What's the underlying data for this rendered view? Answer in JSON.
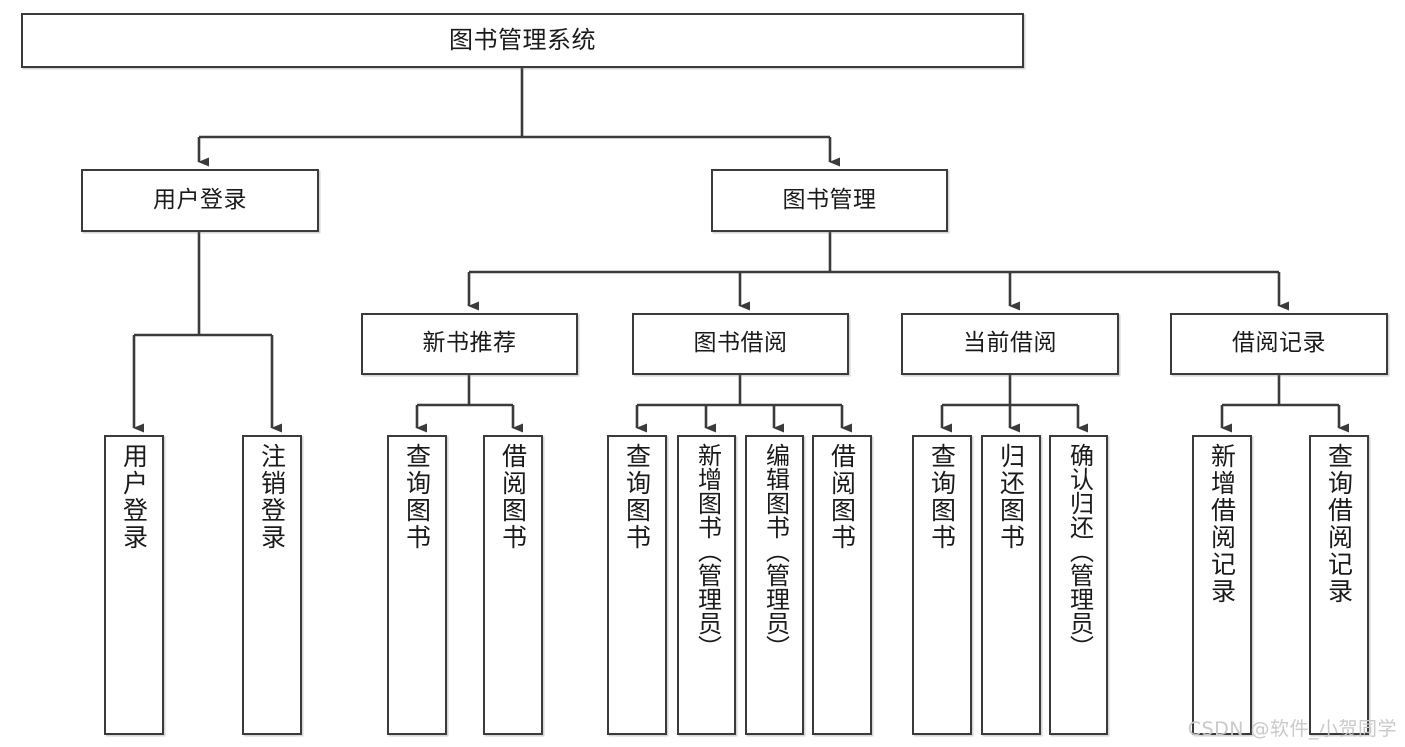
{
  "diagram": {
    "title": "图书管理系统",
    "type": "tree-hierarchy",
    "orientation": "top-down",
    "watermark": "CSDN @软件_小贺同学",
    "colors": {
      "box_border": "#3b3b3b",
      "box_fill": "#ffffff",
      "edge": "#3b3b3b",
      "text": "#1a1a1a",
      "watermark": "#c9c9c9"
    }
  },
  "nodes": {
    "root": {
      "label": "图书管理系统"
    },
    "level2": [
      {
        "label": "用户登录"
      },
      {
        "label": "图书管理"
      }
    ],
    "level3": [
      {
        "label": "新书推荐"
      },
      {
        "label": "图书借阅"
      },
      {
        "label": "当前借阅"
      },
      {
        "label": "借阅记录"
      }
    ],
    "leaves": {
      "user_login": [
        {
          "label": "用户登录"
        },
        {
          "label": "注销登录"
        }
      ],
      "new_book": [
        {
          "label": "查询图书"
        },
        {
          "label": "借阅图书"
        }
      ],
      "book_borrow": [
        {
          "label": "查询图书"
        },
        {
          "label": "新增图书（管理员）"
        },
        {
          "label": "编辑图书（管理员）"
        },
        {
          "label": "借阅图书"
        }
      ],
      "current_borrow": [
        {
          "label": "查询图书"
        },
        {
          "label": "归还图书"
        },
        {
          "label": "确认归还（管理员）"
        }
      ],
      "borrow_record": [
        {
          "label": "新增借阅记录"
        },
        {
          "label": "查询借阅记录"
        }
      ]
    }
  }
}
